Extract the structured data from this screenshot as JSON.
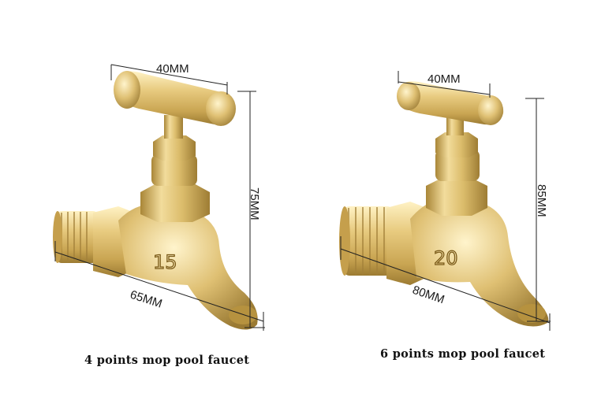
{
  "products": [
    {
      "caption": "4 points mop pool faucet",
      "body_number": "15",
      "handle_width": "40MM",
      "height": "75MM",
      "length": "65MM"
    },
    {
      "caption": "6 points mop pool faucet",
      "body_number": "20",
      "handle_width": "40MM",
      "height": "85MM",
      "length": "80MM"
    }
  ],
  "colors": {
    "brass_light": "#f6e3a6",
    "brass_mid": "#d9b765",
    "brass_dark": "#9c7b32",
    "line": "#222222"
  }
}
